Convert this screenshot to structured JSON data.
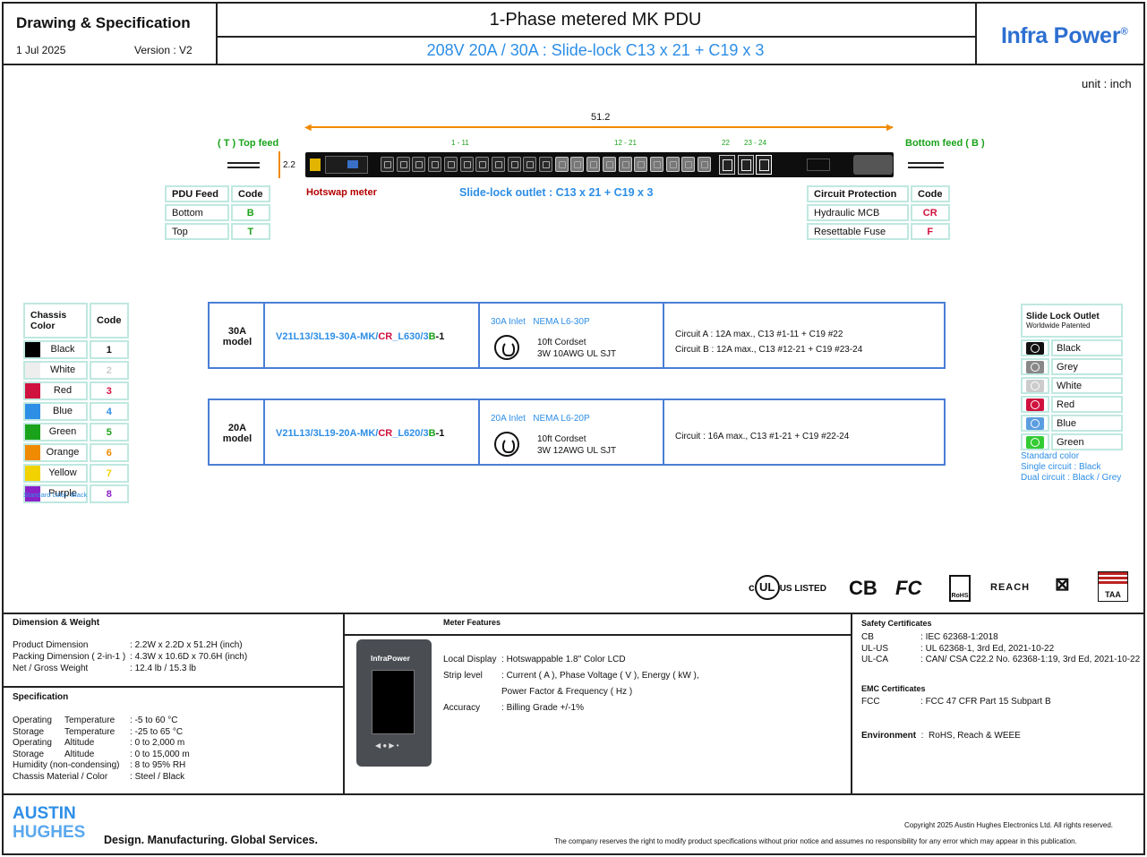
{
  "header": {
    "doc_title": "Drawing & Specification",
    "date": "1 Jul 2025",
    "version": "Version : V2",
    "title": "1-Phase metered MK PDU",
    "subtitle": "208V 20A / 30A  :  Slide-lock C13 x 21  +  C19 x 3",
    "brand_a": "Infra",
    "brand_b": "Power",
    "reg": "®"
  },
  "unit": "unit : inch",
  "drawing": {
    "length": "51.2",
    "depth": "2.2",
    "top_feed": "( T ) Top feed",
    "bottom_feed": "Bottom feed ( B )",
    "group1": "1 - 11",
    "group2": "12 - 21",
    "group3": "22",
    "group4": "23 - 24",
    "hotswap": "Hotswap meter",
    "outlet_caption": "Slide-lock outlet : C13 x 21  +  C19 x 3"
  },
  "pdu_feed": {
    "h1": "PDU Feed",
    "h2": "Code",
    "rows": [
      {
        "name": "Bottom",
        "code": "B"
      },
      {
        "name": "Top",
        "code": "T"
      }
    ]
  },
  "circuit_protection": {
    "h1": "Circuit Protection",
    "h2": "Code",
    "rows": [
      {
        "name": "Hydraulic MCB",
        "code": "CR"
      },
      {
        "name": "Resettable Fuse",
        "code": "F"
      }
    ]
  },
  "chassis": {
    "h1": "Chassis Color",
    "h2": "Code",
    "rows": [
      {
        "name": "Black",
        "code": "1",
        "color": "#000000"
      },
      {
        "name": "White",
        "code": "2",
        "color": "#eeeeee"
      },
      {
        "name": "Red",
        "code": "3",
        "color": "#d0123f"
      },
      {
        "name": "Blue",
        "code": "4",
        "color": "#2d8ee6"
      },
      {
        "name": "Green",
        "code": "5",
        "color": "#1aa31a"
      },
      {
        "name": "Orange",
        "code": "6",
        "color": "#f08a00"
      },
      {
        "name": "Yellow",
        "code": "7",
        "color": "#f2d200"
      },
      {
        "name": "Purple",
        "code": "8",
        "color": "#8a22c8"
      }
    ],
    "note": "Standard color: Black"
  },
  "models": [
    {
      "label1": "30A",
      "label2": "model",
      "pn_a": "V21L13/3L19-30A-MK/",
      "pn_cr": "CR",
      "pn_b": "_L630/3",
      "pn_bb": "B",
      "pn_c": "-1",
      "inlet": "30A Inlet",
      "nema": "NEMA L6-30P",
      "cord1": "10ft Cordset",
      "cord2": "3W 10AWG UL SJT",
      "circ1": "Circuit A : 12A max., C13 #1-11    + C19 #22",
      "circ2": "Circuit B : 12A max., C13 #12-21 + C19 #23-24"
    },
    {
      "label1": "20A",
      "label2": "model",
      "pn_a": "V21L13/3L19-20A-MK/",
      "pn_cr": "CR",
      "pn_b": "_L620/3",
      "pn_bb": "B",
      "pn_c": "-1",
      "inlet": "20A Inlet",
      "nema": "NEMA L6-20P",
      "cord1": "10ft Cordset",
      "cord2": "3W 12AWG UL SJT",
      "circ1": "Circuit : 16A max., C13 #1-21  + C19 #22-24",
      "circ2": ""
    }
  ],
  "slide_lock": {
    "h1": "Slide Lock Outlet",
    "h2": "Worldwide Patented",
    "rows": [
      {
        "name": "Black",
        "color": "#111111"
      },
      {
        "name": "Grey",
        "color": "#888888"
      },
      {
        "name": "White",
        "color": "#cccccc"
      },
      {
        "name": "Red",
        "color": "#d0123f"
      },
      {
        "name": "Blue",
        "color": "#5a9ee0"
      },
      {
        "name": "Green",
        "color": "#33cc33"
      }
    ],
    "note1": "Standard color",
    "note2": "Single circuit : Black",
    "note3": "Dual circuit : Black / Grey"
  },
  "certs": {
    "ul": "US LISTED",
    "c": "c",
    "ulmark": "UL",
    "ce": "CB",
    "fc": "FC",
    "rohs": "RoHS",
    "reach": "REACH",
    "taa": "TAA"
  },
  "dimension": {
    "title": "Dimension & Weight",
    "rows": [
      {
        "k": "Product Dimension",
        "v": "2.2W x 2.2D x 51.2H (inch)"
      },
      {
        "k": "Packing Dimension ( 2-in-1 )",
        "v": "4.3W x 10.6D x 70.6H (inch)"
      },
      {
        "k": "Net / Gross Weight",
        "v": "12.4 lb / 15.3 lb"
      }
    ]
  },
  "spec": {
    "title": "Specification",
    "rows": [
      {
        "k1": "Operating",
        "k2": "Temperature",
        "v": "-5 to 60 °C"
      },
      {
        "k1": "Storage",
        "k2": "Temperature",
        "v": "-25 to 65 °C"
      },
      {
        "k1": "Operating",
        "k2": "Altitude",
        "v": "0 to 2,000 m"
      },
      {
        "k1": "Storage",
        "k2": "Altitude",
        "v": "0 to 15,000 m"
      },
      {
        "k1": "Humidity (non-condensing)",
        "k2": "",
        "v": "8 to 95% RH"
      },
      {
        "k1": "Chassis Material / Color",
        "k2": "",
        "v": "Steel / Black"
      }
    ]
  },
  "meter": {
    "title": "Meter Features",
    "brand": "InfraPower",
    "rows": [
      {
        "k": "Local Display",
        "v": "Hotswappable 1.8\" Color LCD"
      },
      {
        "k": "Strip level",
        "v": "Current ( A ), Phase Voltage ( V ), Energy ( kW ),"
      },
      {
        "k": "",
        "v": "Power Factor & Frequency ( Hz )"
      },
      {
        "k": "Accuracy",
        "v": "Billing Grade  +/-1%"
      }
    ]
  },
  "safety": {
    "title": "Safety Certificates",
    "rows": [
      {
        "k": "CB",
        "v": "IEC 62368-1:2018"
      },
      {
        "k": "UL-US",
        "v": "UL 62368-1, 3rd Ed, 2021-10-22"
      },
      {
        "k": "UL-CA",
        "v": "CAN/ CSA C22.2 No. 62368-1:19, 3rd Ed, 2021-10-22"
      }
    ],
    "emc_title": "EMC Certificates",
    "emc_k": "FCC",
    "emc_v": "FCC 47 CFR Part 15 Subpart B",
    "env_k": "Environment",
    "env_v": "RoHS, Reach & WEEE"
  },
  "footer": {
    "logo1": "AUSTIN",
    "logo2": "HUGHES",
    "tagline": "Design. Manufacturing. Global Services.",
    "copyright": "Copyright 2025 Austin Hughes Electronics Ltd. All rights reserved.",
    "disclaimer": "The company reserves the right to modify product specifications without prior notice and assumes no responsibility for any error which may appear in this publication."
  }
}
